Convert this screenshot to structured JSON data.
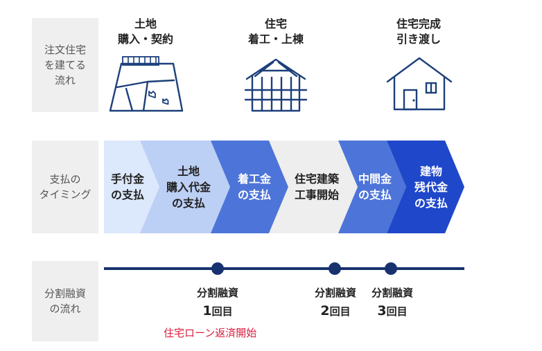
{
  "row_labels": {
    "flow": "注文住宅\nを建てる\n流れ",
    "payment": "支払の\nタイミング",
    "loan": "分割融資\nの流れ"
  },
  "stages": [
    {
      "title": "土地\n購入・契約",
      "icon": "land-plot-icon"
    },
    {
      "title": "住宅\n着工・上棟",
      "icon": "house-frame-icon"
    },
    {
      "title": "住宅完成\n引き渡し",
      "icon": "house-complete-icon"
    }
  ],
  "payments": [
    {
      "label": "手付金\nの支払",
      "color": "#dce8fb",
      "text_color": "#222222"
    },
    {
      "label": "土地\n購入代金\nの支払",
      "color": "#bccff5",
      "text_color": "#222222"
    },
    {
      "label": "着工金\nの支払",
      "color": "#4d74d8",
      "text_color": "#ffffff"
    },
    {
      "label": "住宅建築\n工事開始",
      "color": "#eeeeee",
      "text_color": "#222222"
    },
    {
      "label": "中間金\nの支払",
      "color": "#4d74d8",
      "text_color": "#ffffff"
    },
    {
      "label": "建物\n残代金\nの支払",
      "color": "#1f47c9",
      "text_color": "#ffffff"
    }
  ],
  "loans": [
    {
      "title": "分割融資",
      "count": "1",
      "unit": "回目"
    },
    {
      "title": "分割融資",
      "count": "2",
      "unit": "回目"
    },
    {
      "title": "分割融資",
      "count": "3",
      "unit": "回目"
    }
  ],
  "repayment_note": "住宅ローン返済開始",
  "colors": {
    "navy": "#1c3f7a",
    "timeline": "#17326e",
    "accent_red": "#d81b3c"
  }
}
